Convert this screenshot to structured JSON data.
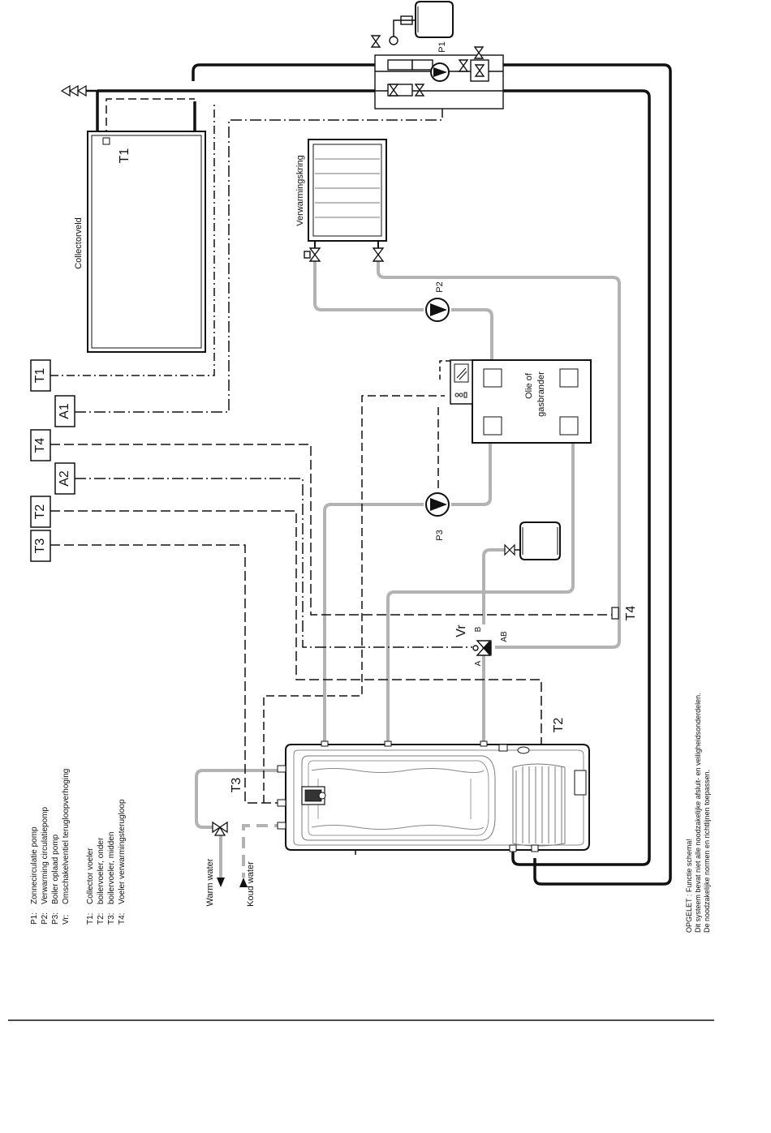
{
  "labels": {
    "collector_field": "Collectorveld",
    "heating_circuit": "Verwarmingskring",
    "burner_line1": "Olie of",
    "burner_line2": "gasbrander",
    "warm_water": "Warm water",
    "cold_water": "Koud water",
    "valve_vr": "Vr",
    "port_a": "A",
    "port_b": "B",
    "port_ab": "AB"
  },
  "components": {
    "p1": "P1",
    "p2": "P2",
    "p3": "P3",
    "t1": "T1",
    "t2": "T2",
    "t3": "T3",
    "t4": "T4"
  },
  "terminals": [
    "T1",
    "A1",
    "T4",
    "A2",
    "T2",
    "T3"
  ],
  "legend": {
    "pumps": [
      {
        "key": "P1:",
        "text": "Zonnecirculatie pomp"
      },
      {
        "key": "P2:",
        "text": "Verwarming circulatiepomp"
      },
      {
        "key": "P3:",
        "text": "Boiler oplaad pomp"
      },
      {
        "key": "Vr:",
        "text": "Omschakelventiel terugloopverhoging"
      }
    ],
    "sensors": [
      {
        "key": "T1:",
        "text": "Collector voeler"
      },
      {
        "key": "T2:",
        "text": "boilervoeler, onder"
      },
      {
        "key": "T3:",
        "text": "boilervoeler, midden"
      },
      {
        "key": "T4:",
        "text": "Voeler verwarmingsterugloop"
      }
    ]
  },
  "notice": {
    "line1": "OPGELET  : Functie  schema!",
    "line2": "Dit systeem bevat niet alle noodzakelijke afsluit- en veiligheidsonderdelen.",
    "line3": "De noodzakelijke normen en richtlijnen toepassen."
  }
}
